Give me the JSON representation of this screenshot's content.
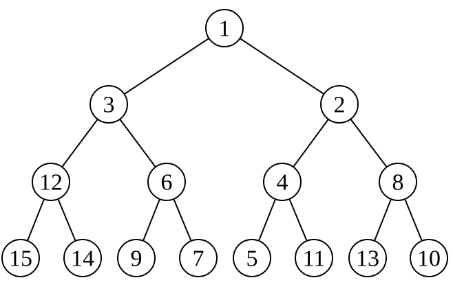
{
  "tree": {
    "nodes": [
      {
        "id": "n0",
        "label": "1"
      },
      {
        "id": "n1",
        "label": "3"
      },
      {
        "id": "n2",
        "label": "2"
      },
      {
        "id": "n3",
        "label": "12"
      },
      {
        "id": "n4",
        "label": "6"
      },
      {
        "id": "n5",
        "label": "4"
      },
      {
        "id": "n6",
        "label": "8"
      },
      {
        "id": "n7",
        "label": "15"
      },
      {
        "id": "n8",
        "label": "14"
      },
      {
        "id": "n9",
        "label": "9"
      },
      {
        "id": "n10",
        "label": "7"
      },
      {
        "id": "n11",
        "label": "5"
      },
      {
        "id": "n12",
        "label": "11"
      },
      {
        "id": "n13",
        "label": "13"
      },
      {
        "id": "n14",
        "label": "10"
      }
    ],
    "edges": [
      [
        "n0",
        "n1"
      ],
      [
        "n0",
        "n2"
      ],
      [
        "n1",
        "n3"
      ],
      [
        "n1",
        "n4"
      ],
      [
        "n2",
        "n5"
      ],
      [
        "n2",
        "n6"
      ],
      [
        "n3",
        "n7"
      ],
      [
        "n3",
        "n8"
      ],
      [
        "n4",
        "n9"
      ],
      [
        "n4",
        "n10"
      ],
      [
        "n5",
        "n11"
      ],
      [
        "n5",
        "n12"
      ],
      [
        "n6",
        "n13"
      ],
      [
        "n6",
        "n14"
      ]
    ],
    "colors": {
      "stroke": "#000000",
      "fill": "#ffffff"
    }
  }
}
